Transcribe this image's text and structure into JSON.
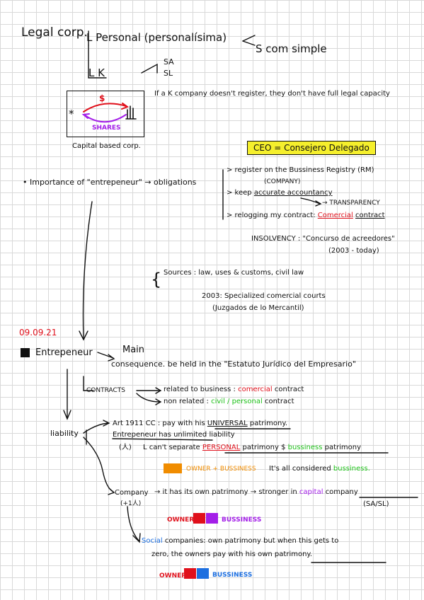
{
  "header": {
    "legal_corp": "Legal corp.",
    "personal_branch": "L Personal (personalísima)",
    "simple": "S com simple",
    "k_branch": "L K",
    "sa": "SA",
    "sl": "SL"
  },
  "capital_diagram": {
    "dollar": "$",
    "shares": "SHARES",
    "star": "*",
    "caption": "Capital based corp.",
    "note": "If a K company doesn't register, they don't have full legal capacity"
  },
  "ceo_box": "CEO = Consejero Delegado",
  "importance": {
    "text": "Importance of \"entrepeneur\" → obligations",
    "items": [
      "> register on the Bussiness Registry (RM)",
      "(COMPANY)",
      "> keep",
      "accurate accountancy",
      "→ TRANSPARENCY",
      "> relogging my contract:",
      "Comercial",
      "contract"
    ],
    "insolvency": "INSOLVENCY : \"Concurso de acreedores\"",
    "insolvency_dates": "(2003 - today)"
  },
  "sources": {
    "line": "Sources : law, uses & customs, civil law",
    "courts": "2003: Specialized comercial courts",
    "courts_es": "(Juzgados de lo Mercantil)"
  },
  "date": "09.09.21",
  "entrepreneur": {
    "title": "Entrepeneur",
    "main": "Main",
    "consequence": "consequence. be held in the \"Estatuto Jurídico del Empresario\"",
    "contracts_label": "CONTRACTS",
    "related": "related to business :",
    "related_type": "comercial",
    "related_contract": "contract",
    "non_related": "non related :",
    "non_related_type": "civil / personal",
    "non_related_contract": "contract"
  },
  "liability": {
    "label": "liability",
    "art": "Art 1911 CC : pay with his",
    "universal": "UNIVERSAL",
    "patrimony": "patrimony.",
    "unlimited": "Entrepeneur has unlimited liability",
    "person": "(人)",
    "cant": "L can't separate",
    "personal": "PERSONAL",
    "patrimony2": "patrimony $",
    "bussiness": "bussiness",
    "patrimony3": "patrimony",
    "owner_bussiness": "OWNER + BUSSINESS",
    "considered": "It's all considered",
    "bussiness2": "bussiness."
  },
  "company": {
    "label": "Company",
    "sub": "(+1人)",
    "own": "→ it has its own patrimony → stronger in",
    "capital": "capital",
    "company": "company",
    "sasl": "(SA/SL)",
    "owner": "OWNER",
    "bussiness": "BUSSINESS"
  },
  "social": {
    "social": "Social",
    "line1": "companies: own patrimony but when this gets to",
    "line2": "zero, the owners pay with his own patrimony.",
    "owner": "OWNER",
    "bussiness": "BUSSINESS"
  },
  "colors": {
    "red": "#e0101b",
    "green": "#1fc21a",
    "orange": "#f08c00",
    "purple": "#a31ee8",
    "blue": "#1d6fe0",
    "highlight": "#f5ef2c"
  }
}
